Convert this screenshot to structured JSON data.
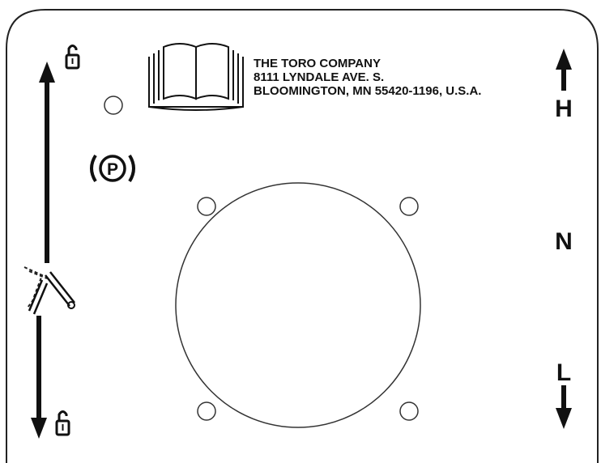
{
  "company": {
    "line1": "THE TORO COMPANY",
    "line2": "8111 LYNDALE AVE. S.",
    "line3": "BLOOMINGTON, MN 55420-1196, U.S.A."
  },
  "gear": {
    "high": "H",
    "neutral": "N",
    "low": "L"
  },
  "parking_brake_letter": "P",
  "icons": {
    "manual": "operator-manual-icon",
    "unlock": "unlock-padlock-icon",
    "brake_lever": "brake-lever-icon",
    "parking_brake": "parking-brake-icon"
  }
}
